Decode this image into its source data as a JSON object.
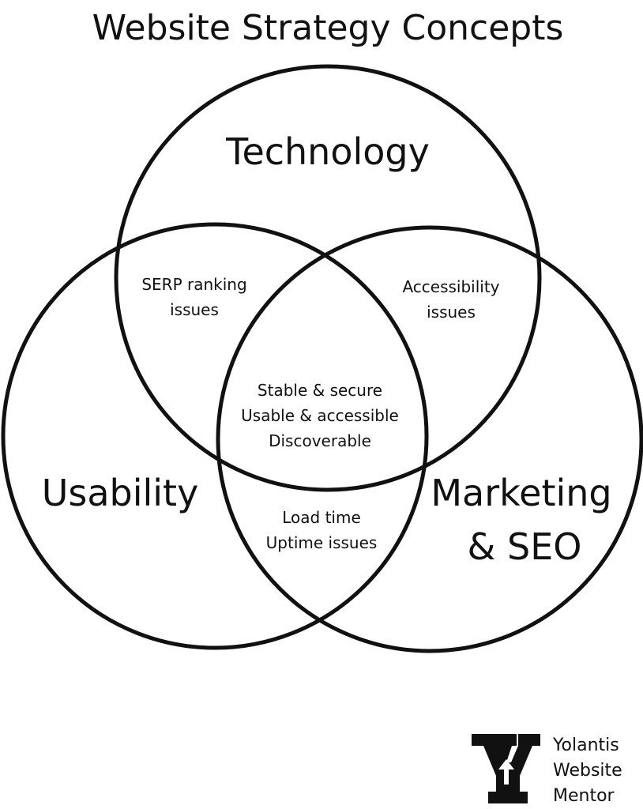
{
  "title": "Website Strategy Concepts",
  "circles": {
    "technology": "Technology",
    "usability": "Usability",
    "marketing_line1": "Marketing",
    "marketing_line2": "& SEO"
  },
  "overlaps": {
    "tech_usability": [
      "SERP ranking",
      "issues"
    ],
    "tech_marketing": [
      "Accessibility",
      "issues"
    ],
    "usability_marketing": [
      "Load time",
      "Uptime issues"
    ],
    "center": [
      "Stable & secure",
      "Usable & accessible",
      "Discoverable"
    ]
  },
  "logo": {
    "lines": [
      "Yolantis",
      "Website",
      "Mentor"
    ]
  },
  "colors": {
    "stroke": "#111111",
    "background": "#ffffff"
  }
}
